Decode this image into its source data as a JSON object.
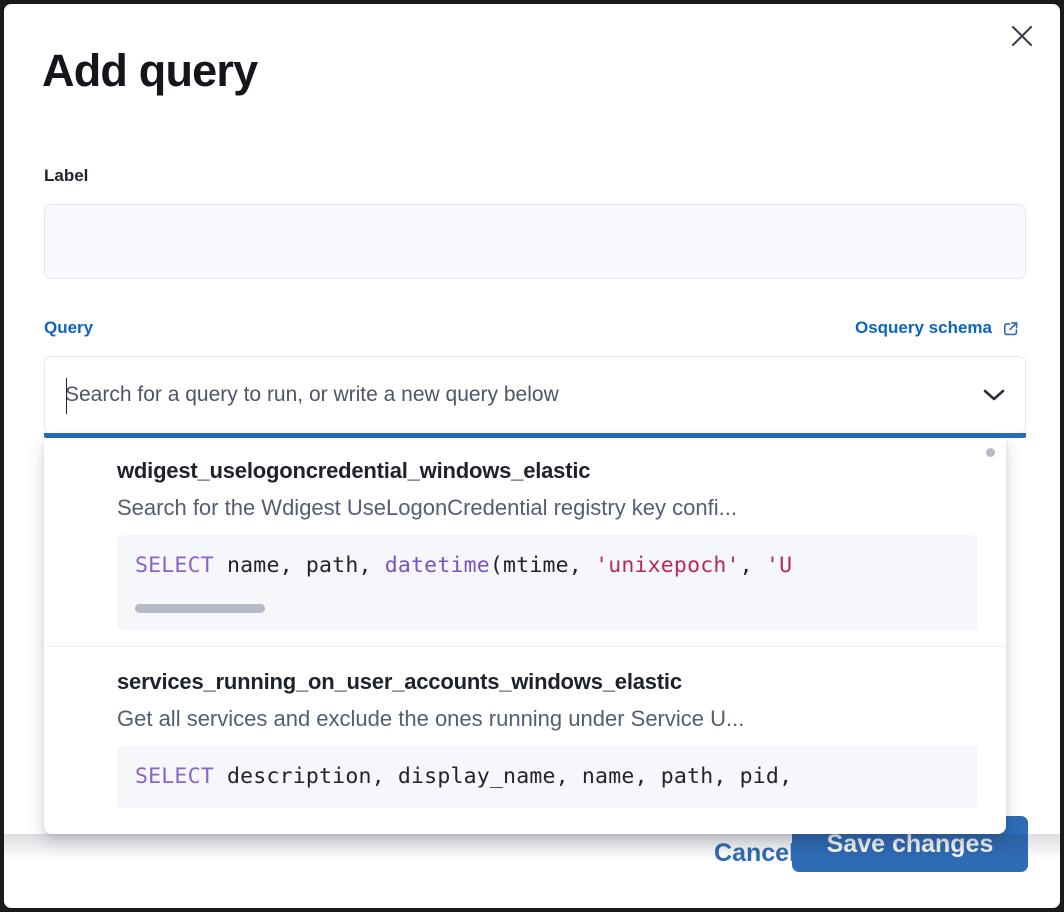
{
  "dialog": {
    "title": "Add query",
    "close_icon": "close-icon"
  },
  "label_field": {
    "label": "Label",
    "value": "",
    "placeholder": ""
  },
  "query_field": {
    "label": "Query",
    "schema_link": "Osquery schema",
    "schema_link_icon": "external-link-icon",
    "placeholder": "Search for a query to run, or write a new query below",
    "value": "",
    "chevron_icon": "chevron-down-icon"
  },
  "dropdown": {
    "items": [
      {
        "title": "wdigest_uselogoncredential_windows_elastic",
        "description": "Search for the Wdigest UseLogonCredential registry key confi...",
        "code_tokens": [
          {
            "t": "SELECT",
            "c": "kw"
          },
          {
            "t": " name, path, ",
            "c": "plain"
          },
          {
            "t": "datetime",
            "c": "fn"
          },
          {
            "t": "(mtime, ",
            "c": "plain"
          },
          {
            "t": "'unixepoch'",
            "c": "str"
          },
          {
            "t": ", ",
            "c": "plain"
          },
          {
            "t": "'U",
            "c": "str"
          }
        ],
        "has_scrollbar": true
      },
      {
        "title": "services_running_on_user_accounts_windows_elastic",
        "description": "Get all services and exclude the ones running under Service U...",
        "code_tokens": [
          {
            "t": "SELECT",
            "c": "kw"
          },
          {
            "t": " description, display_name, name, path, pid,",
            "c": "plain"
          }
        ],
        "has_scrollbar": false
      }
    ]
  },
  "footer": {
    "cancel_label": "Cancel",
    "save_label": "Save changes"
  },
  "colors": {
    "accent_blue": "#2f6cb6",
    "link_blue": "#0b64c0",
    "text_dark": "#1e222c",
    "text_muted": "#555e70",
    "code_bg": "#f6f7fb",
    "keyword_purple": "#8a63c6",
    "string_crimson": "#b8285a"
  }
}
